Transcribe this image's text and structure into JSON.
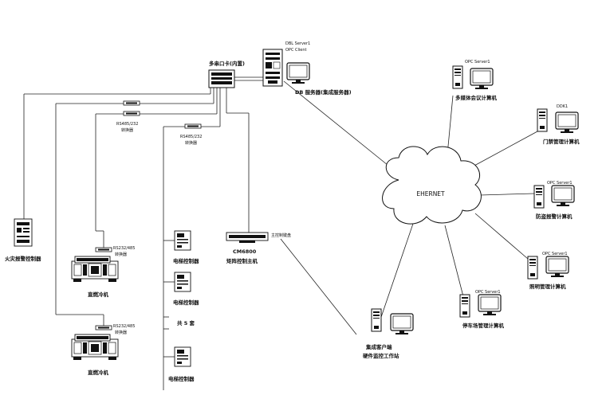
{
  "server": {
    "name_top": "DBL Server1",
    "name_sub": "OPC Client",
    "caption": "DB 服务器(集成服务器)"
  },
  "hub": {
    "label": "多串口卡(内置)"
  },
  "converter1": {
    "label_line1": "RS485/232",
    "label_line2": "转换器"
  },
  "converter2": {
    "label_line1": "RS485/232",
    "label_line2": "转换器"
  },
  "matrix": {
    "tag": "主控制键盘",
    "model": "CM6800",
    "label": "矩阵控制主机"
  },
  "cloud": {
    "label": "EHERNET"
  },
  "left_device": {
    "label": "火灾报警控制器"
  },
  "chillers": [
    {
      "label": "直燃冷机",
      "conv_line1": "RS232/485",
      "conv_line2": "转换器"
    },
    {
      "label": "直燃冷机",
      "conv_line1": "RS232/485",
      "conv_line2": "转换器"
    }
  ],
  "elevators": [
    {
      "label": "电梯控制器"
    },
    {
      "label": "电梯控制器"
    },
    {
      "label": "电梯控制器"
    }
  ],
  "elevator_gap": {
    "label": "共 5 套"
  },
  "workstations": [
    {
      "tag": "OPC Server1",
      "label": "多媒体会议计算机"
    },
    {
      "tag": "DDK1",
      "label": "门禁管理计算机"
    },
    {
      "tag": "OPC Server1",
      "label": "防盗报警计算机"
    },
    {
      "tag": "OPC Server1",
      "label": "照明管理计算机"
    },
    {
      "tag": "OPC Server1",
      "label": "停车场管理计算机"
    },
    {
      "tag": "",
      "label": "集成客户端",
      "label2": "硬件监控工作站"
    }
  ]
}
